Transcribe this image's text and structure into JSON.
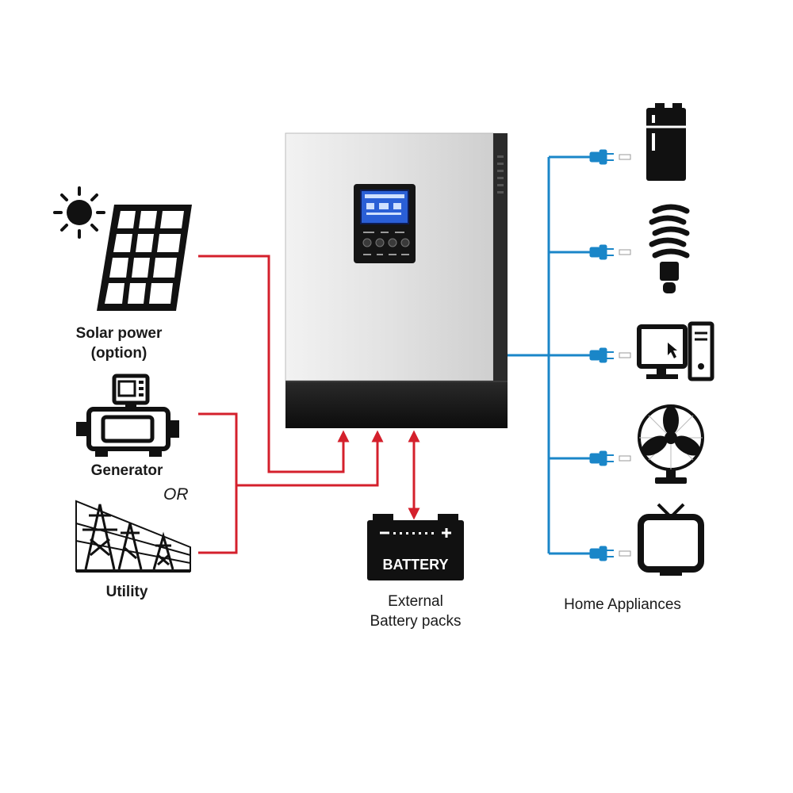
{
  "labels": {
    "solar_line1": "Solar power",
    "solar_line2": "(option)",
    "generator": "Generator",
    "or": "OR",
    "utility": "Utility",
    "battery_text": "BATTERY",
    "battery_caption_line1": "External",
    "battery_caption_line2": "Battery packs",
    "appliances": "Home Appliances"
  },
  "colors": {
    "input_wire": "#d4202c",
    "output_wire": "#1a86c8",
    "icon": "#111111",
    "lcd": "#2a5fd6"
  }
}
